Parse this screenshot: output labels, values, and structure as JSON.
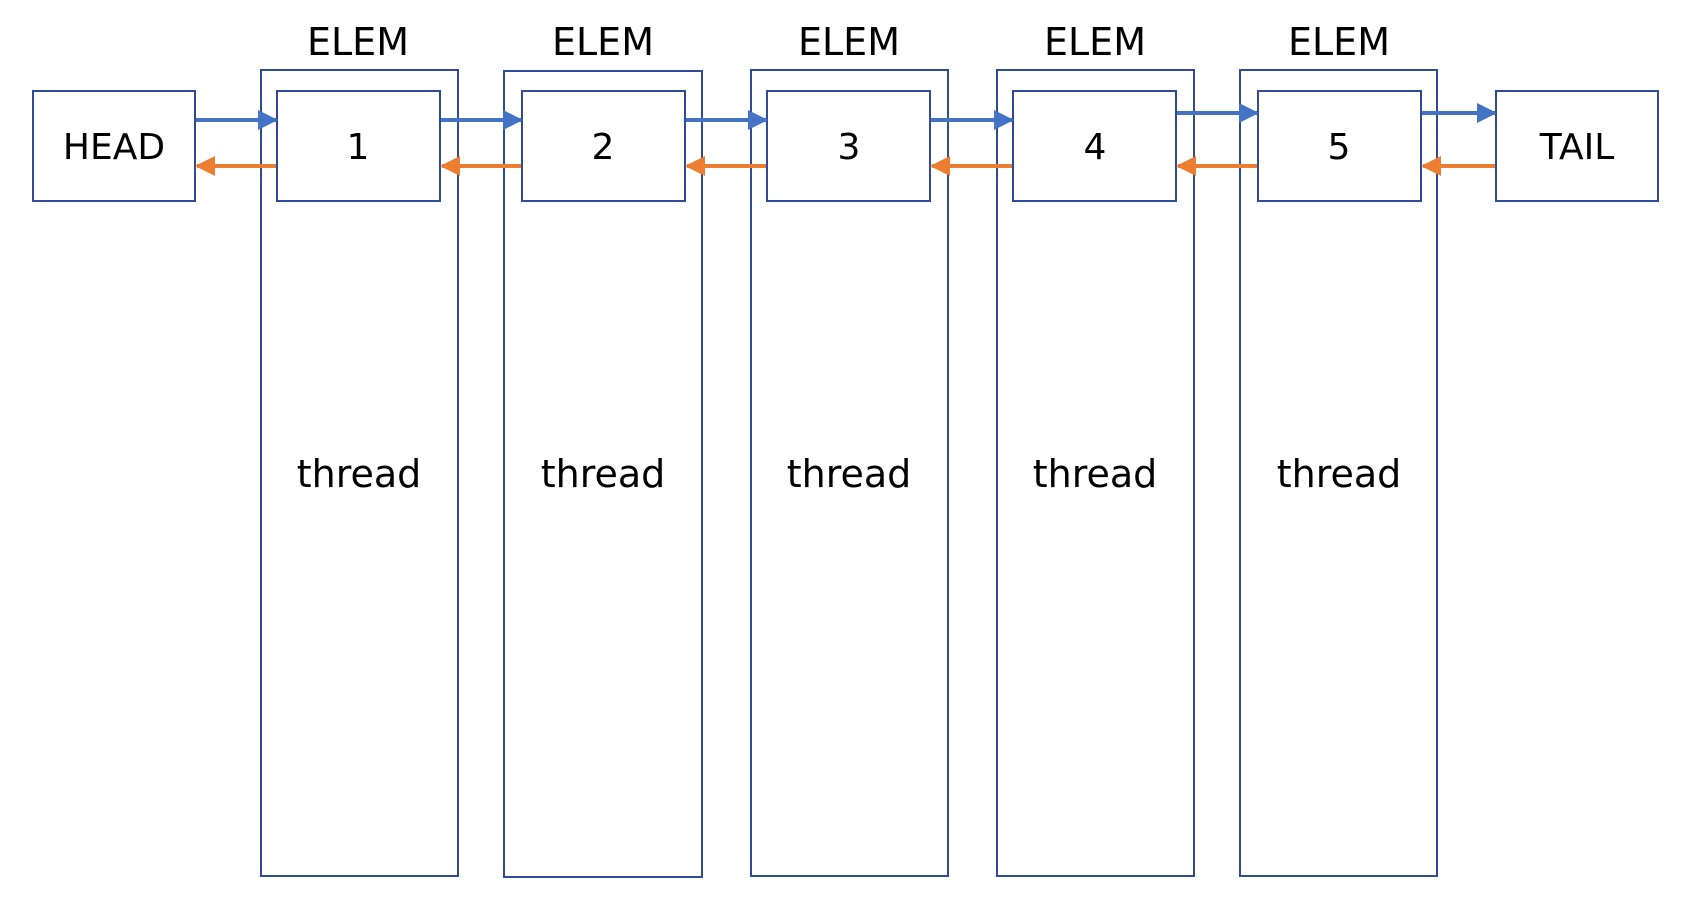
{
  "head": {
    "label": "HEAD"
  },
  "tail": {
    "label": "TAIL"
  },
  "elements": [
    {
      "caption": "ELEM",
      "node_label": "1",
      "body_label": "thread"
    },
    {
      "caption": "ELEM",
      "node_label": "2",
      "body_label": "thread"
    },
    {
      "caption": "ELEM",
      "node_label": "3",
      "body_label": "thread"
    },
    {
      "caption": "ELEM",
      "node_label": "4",
      "body_label": "thread"
    },
    {
      "caption": "ELEM",
      "node_label": "5",
      "body_label": "thread"
    }
  ],
  "colors": {
    "box_border": "#2f4a99",
    "next_arrow": "#4472c4",
    "prev_arrow": "#ed7d31"
  }
}
